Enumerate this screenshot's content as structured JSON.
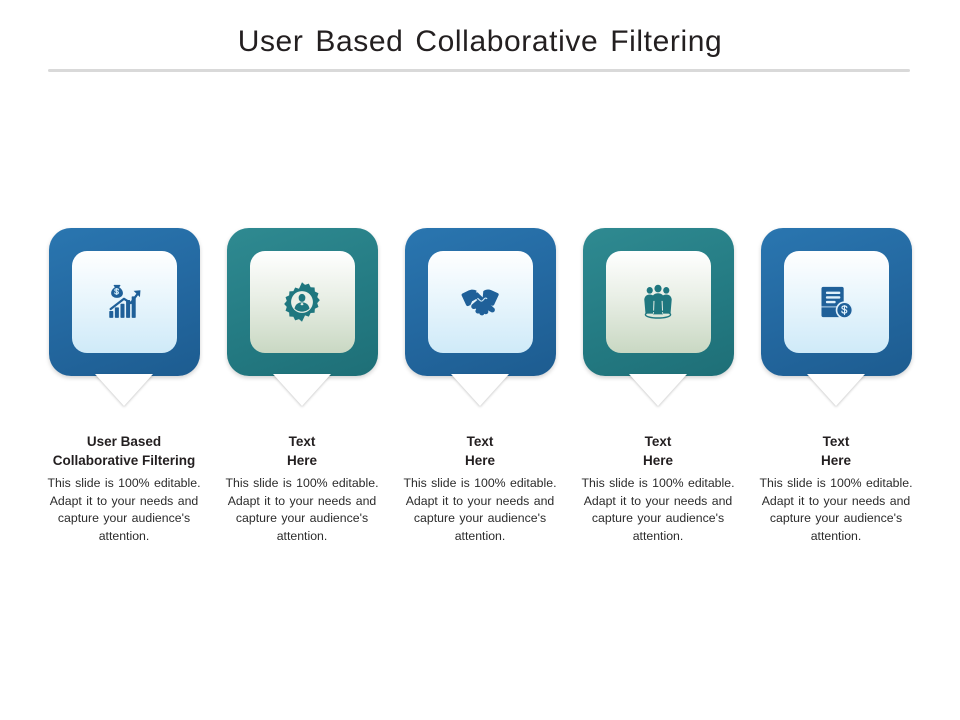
{
  "slide": {
    "title": "User Based Collaborative Filtering",
    "divider": true,
    "colors": {
      "blue": "#23679f",
      "teal": "#247b83",
      "title_text": "#231f20",
      "divider": "#d9d9d9",
      "body_text": "#2b2b2b",
      "tail": "#ffffff"
    }
  },
  "cards": [
    {
      "icon": "money-bag-growth-chart-icon",
      "color": "blue",
      "heading": "User Based\nCollaborative Filtering",
      "body": "This slide is 100% editable. Adapt it to your needs and capture your audience's attention."
    },
    {
      "icon": "gear-person-settings-icon",
      "color": "teal",
      "heading": "Text\nHere",
      "body": "This slide is 100% editable. Adapt it to your needs and capture your audience's attention."
    },
    {
      "icon": "handshake-icon",
      "color": "blue",
      "heading": "Text\nHere",
      "body": "This slide is 100% editable. Adapt it to your needs and capture your audience's attention."
    },
    {
      "icon": "team-group-people-icon",
      "color": "teal",
      "heading": "Text\nHere",
      "body": "This slide is 100% editable. Adapt it to your needs and capture your audience's attention."
    },
    {
      "icon": "document-invoice-dollar-icon",
      "color": "blue",
      "heading": "Text\nHere",
      "body": "This slide is 100% editable. Adapt it to your needs and capture your audience's attention."
    }
  ]
}
